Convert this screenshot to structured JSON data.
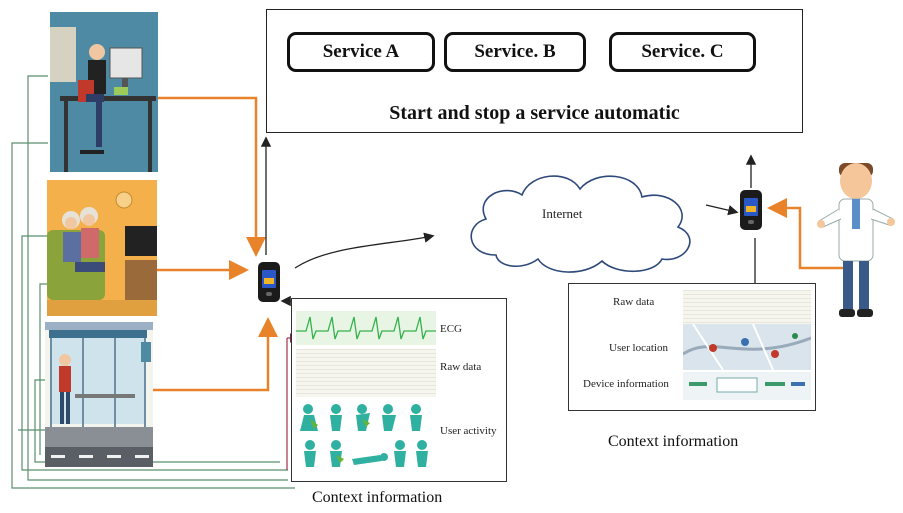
{
  "services": {
    "buttons": [
      "Service A",
      "Service. B",
      "Service. C"
    ],
    "title": "Start and stop a service automatic"
  },
  "internet": {
    "label": "Internet"
  },
  "left_panel": {
    "labels": {
      "ecg": "ECG",
      "raw_data": "Raw data",
      "user_activity": "User activity"
    },
    "caption": "Context information"
  },
  "right_panel": {
    "labels": {
      "raw_data": "Raw data",
      "user_location": "User location",
      "device_information": "Device information"
    },
    "caption": "Context information"
  },
  "colors": {
    "orange_arrow": "#e8832a",
    "green_line": "#5a8f6e",
    "red_line": "#a0344a",
    "ecg_green": "#34b24c",
    "scene_blue": "#4e8aa3",
    "scene_orange": "#f4b04a"
  },
  "icons": [
    "office-worker-scene",
    "elderly-couple-scene",
    "bus-stop-scene",
    "smartphone-icon",
    "doctor-icon",
    "cloud-icon"
  ]
}
